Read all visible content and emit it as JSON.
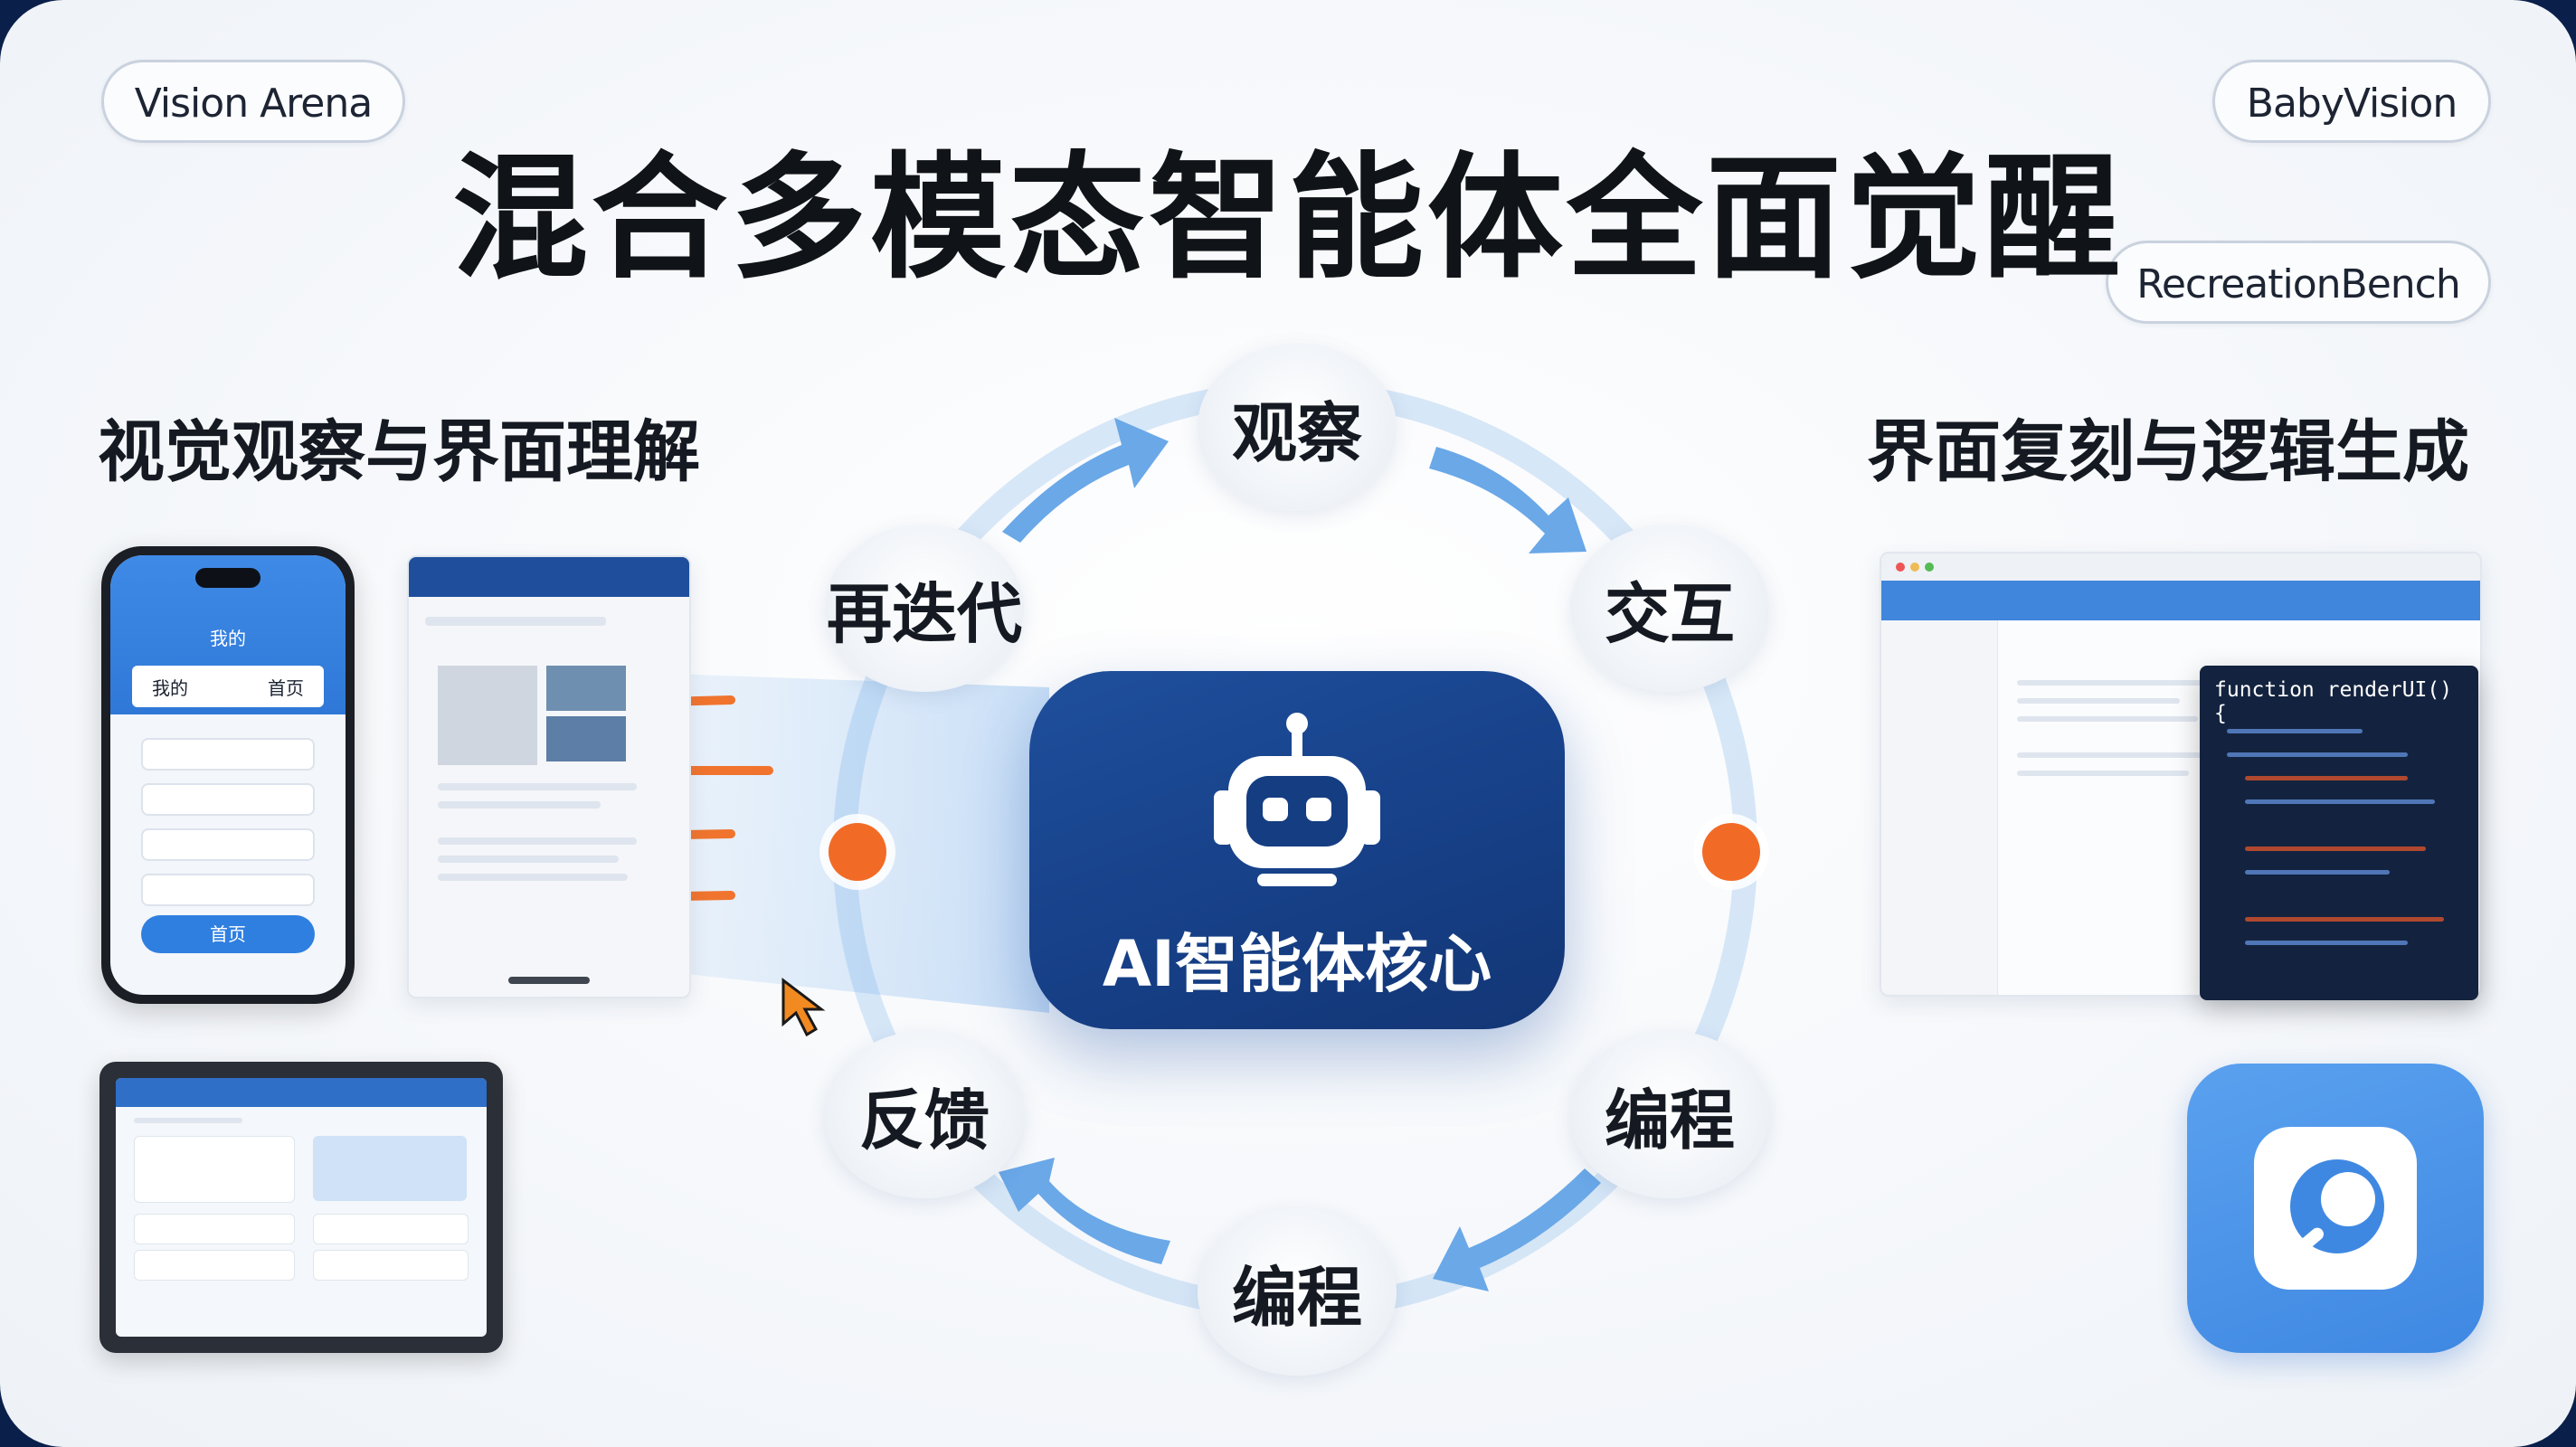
{
  "tags": {
    "top_left": "Vision Arena",
    "top_right_1": "BabyVision",
    "top_right_2": "RecreationBench"
  },
  "title": "混合多模态智能体全面觉醒",
  "left_section": {
    "title": "视觉观察与界面理解",
    "phone": {
      "header": "我的",
      "tab_left": "我的",
      "tab_right": "首页",
      "button": "首页"
    }
  },
  "right_section": {
    "title": "界面复刻与逻辑生成",
    "code_snippet": "function renderUI() {"
  },
  "cycle": {
    "nodes": [
      "观察",
      "交互",
      "编程",
      "编程",
      "反馈",
      "再迭代"
    ],
    "core_label": "AI智能体核心"
  },
  "colors": {
    "core": "#1a4690",
    "accent_dot": "#f26b26",
    "arrow": "#6aa8e8",
    "ring": "#a9cdf1",
    "app_icon": "#4b93e8"
  },
  "icons": [
    "robot-icon",
    "pointer-cursor-icon",
    "app-logo-icon",
    "arrow-icon"
  ]
}
